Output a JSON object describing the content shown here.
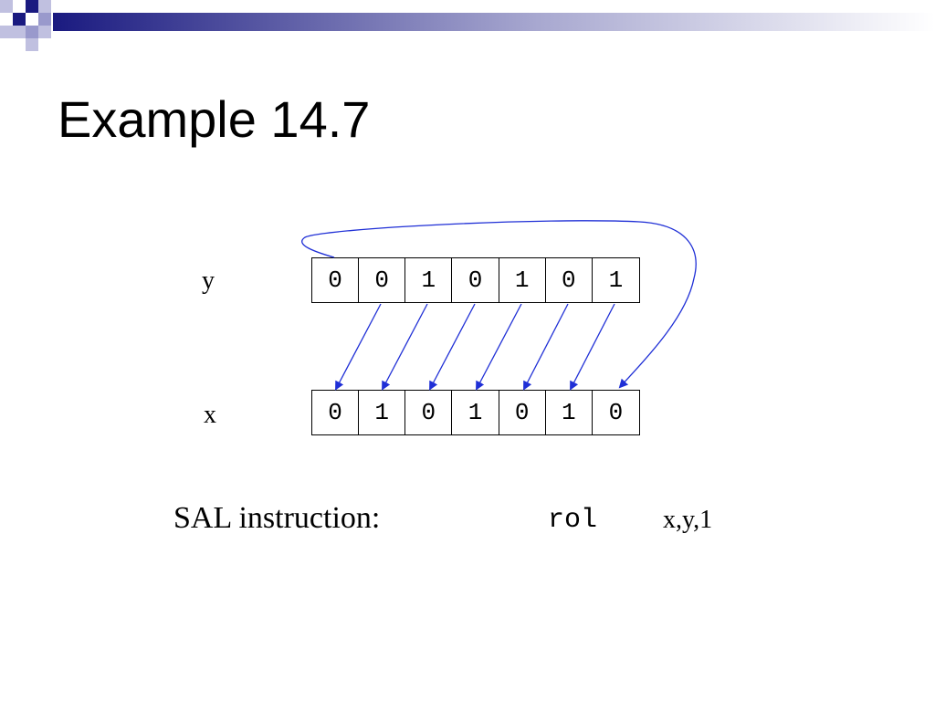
{
  "slide": {
    "title": "Example 14.7",
    "accent_colors": [
      "#1a1a80",
      "#9999cc",
      "#ffffff"
    ]
  },
  "registers": {
    "y": {
      "label": "y",
      "bits": [
        "0",
        "0",
        "1",
        "0",
        "1",
        "0",
        "1"
      ]
    },
    "x": {
      "label": "x",
      "bits": [
        "0",
        "1",
        "0",
        "1",
        "0",
        "1",
        "0"
      ]
    }
  },
  "instruction": {
    "label": "SAL instruction:",
    "opcode": "rol",
    "operands": "x,y,1"
  },
  "arrow_color": "#1f2fd6"
}
